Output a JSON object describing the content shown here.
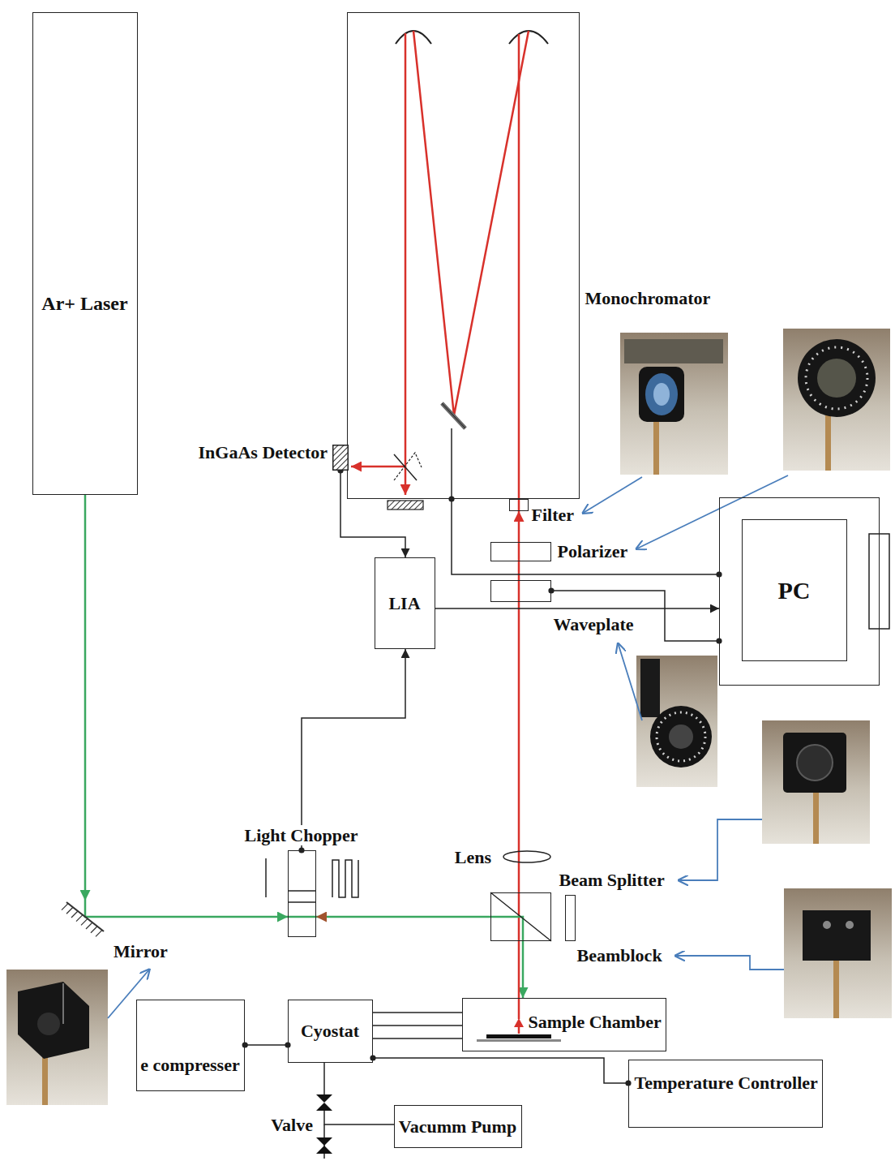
{
  "diagram": {
    "nodes": [
      {
        "text": [
          "Ar+ Laser"
        ]
      },
      {
        "text": [
          "Monochromator"
        ]
      },
      {
        "text": [
          "InGaAs Detector"
        ]
      },
      {
        "text": [
          "Filter"
        ]
      },
      {
        "text": [
          "Polarizer"
        ]
      },
      {
        "text": [
          "PC"
        ]
      },
      {
        "text": [
          "LIA"
        ]
      },
      {
        "text": [
          "Waveplate"
        ]
      },
      {
        "text": [
          "Light Chopper"
        ]
      },
      {
        "text": [
          "Lens"
        ]
      },
      {
        "text": [
          "Beam Splitter"
        ]
      },
      {
        "text": [
          "Beamblock"
        ]
      },
      {
        "text": [
          "Mirror"
        ]
      },
      {
        "text": [
          "Sample Chamber"
        ]
      },
      {
        "text": [
          "e compresser"
        ]
      },
      {
        "text": [
          "Cyostat"
        ]
      },
      {
        "text": [
          "Temperature Controller"
        ]
      },
      {
        "text": [
          "Valve"
        ]
      },
      {
        "text": [
          "Vacumm Pump"
        ]
      }
    ],
    "edges": [
      {
        "from": 0,
        "to": 12,
        "arrow": "to"
      },
      {
        "from": 12,
        "to": 8,
        "arrow": "to"
      },
      {
        "from": 10,
        "to": 8,
        "arrow": "to"
      },
      {
        "from": 10,
        "to": 13,
        "arrow": "to"
      },
      {
        "from": 13,
        "to": 10,
        "arrow": "none"
      },
      {
        "from": 10,
        "to": 9,
        "arrow": "none"
      },
      {
        "from": 9,
        "to": 7,
        "arrow": "none"
      },
      {
        "from": 7,
        "to": 4,
        "arrow": "none"
      },
      {
        "from": 4,
        "to": 3,
        "arrow": "to"
      },
      {
        "from": 8,
        "to": 6,
        "arrow": "to"
      },
      {
        "from": 2,
        "to": 6,
        "arrow": "to"
      },
      {
        "from": 6,
        "to": 5,
        "arrow": "to"
      },
      {
        "from": 1,
        "to": 5,
        "arrow": "none"
      },
      {
        "from": 7,
        "to": 5,
        "arrow": "none"
      },
      {
        "from": 14,
        "to": 15,
        "arrow": "none"
      },
      {
        "from": 15,
        "to": 13,
        "arrow": "none"
      },
      {
        "from": 15,
        "to": 13,
        "arrow": "none"
      },
      {
        "from": 15,
        "to": 13,
        "arrow": "none"
      },
      {
        "from": 15,
        "to": 16,
        "arrow": "none"
      },
      {
        "from": 15,
        "to": 17,
        "arrow": "none"
      },
      {
        "from": 17,
        "to": 18,
        "arrow": "none"
      }
    ]
  }
}
